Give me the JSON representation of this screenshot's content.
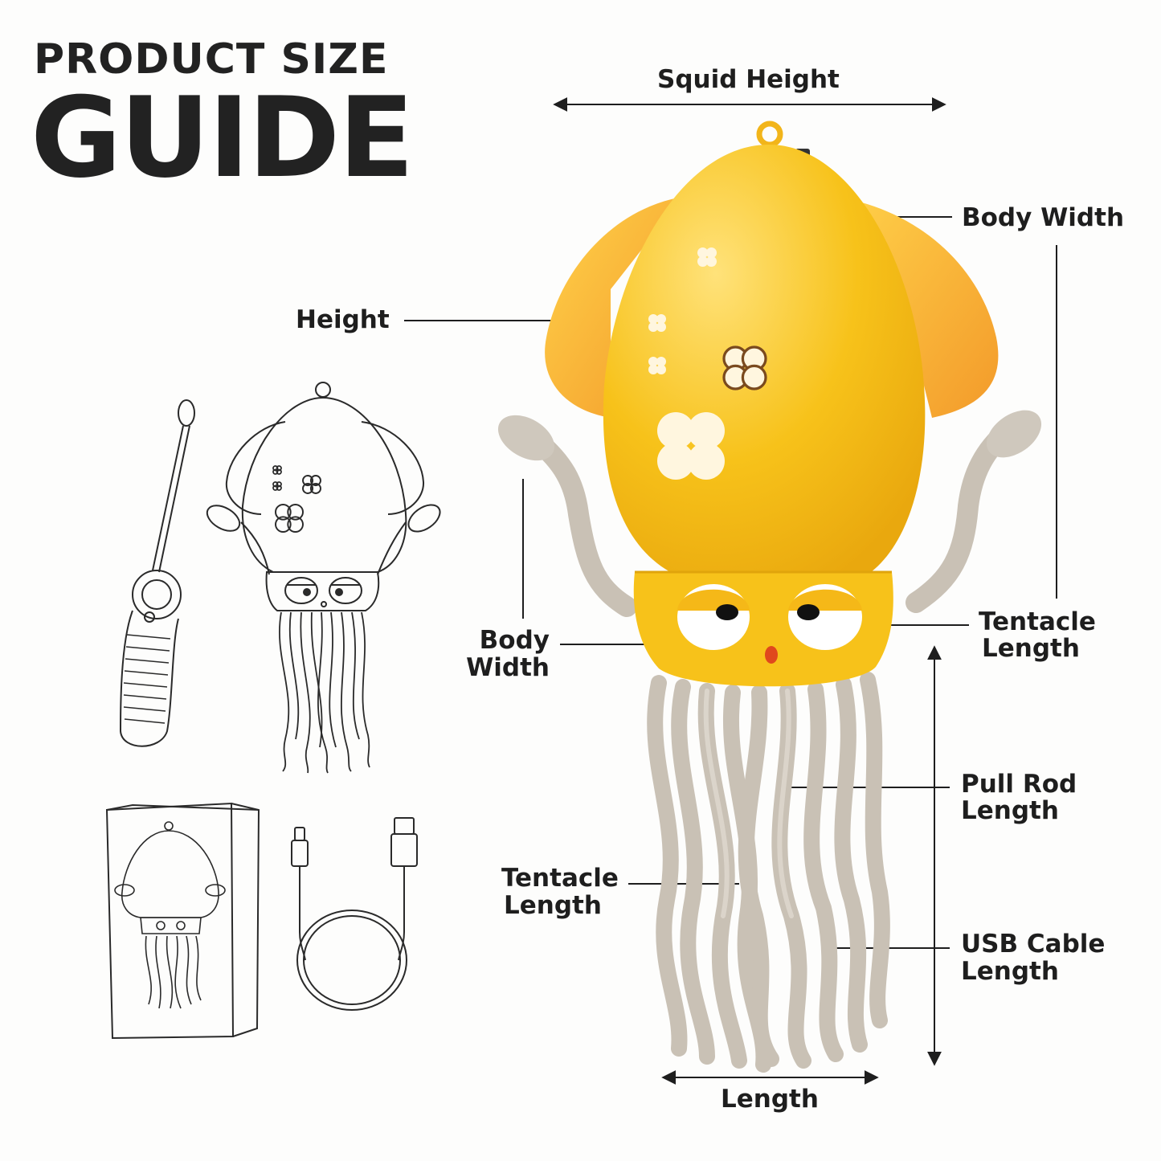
{
  "title": {
    "line1": "PRODUCT SIZE",
    "line2": "GUIDE"
  },
  "labels": {
    "squid_height": "Squid Height",
    "body_width_right": "Body Width",
    "height": "Height",
    "body_width_left_1": "Body",
    "body_width_left_2": "Width",
    "tentacle_length_right_1": "Tentacle",
    "tentacle_length_right_2": "Length",
    "pull_rod_length_1": "Pull Rod",
    "pull_rod_length_2": "Length",
    "tentacle_length_left_1": "Tentacle",
    "tentacle_length_left_2": "Length",
    "usb_cable_length_1": "USB Cable",
    "usb_cable_length_2": "Length",
    "length": "Length"
  },
  "colors": {
    "body": "#f7c21a",
    "fin": "#f6a531",
    "tentacle": "#c8c0b4",
    "ink": "#1e1e1e"
  },
  "icons": [
    "clover-icon",
    "squid-illustration",
    "pull-rod-sketch",
    "box-sketch",
    "usb-cable-sketch"
  ]
}
